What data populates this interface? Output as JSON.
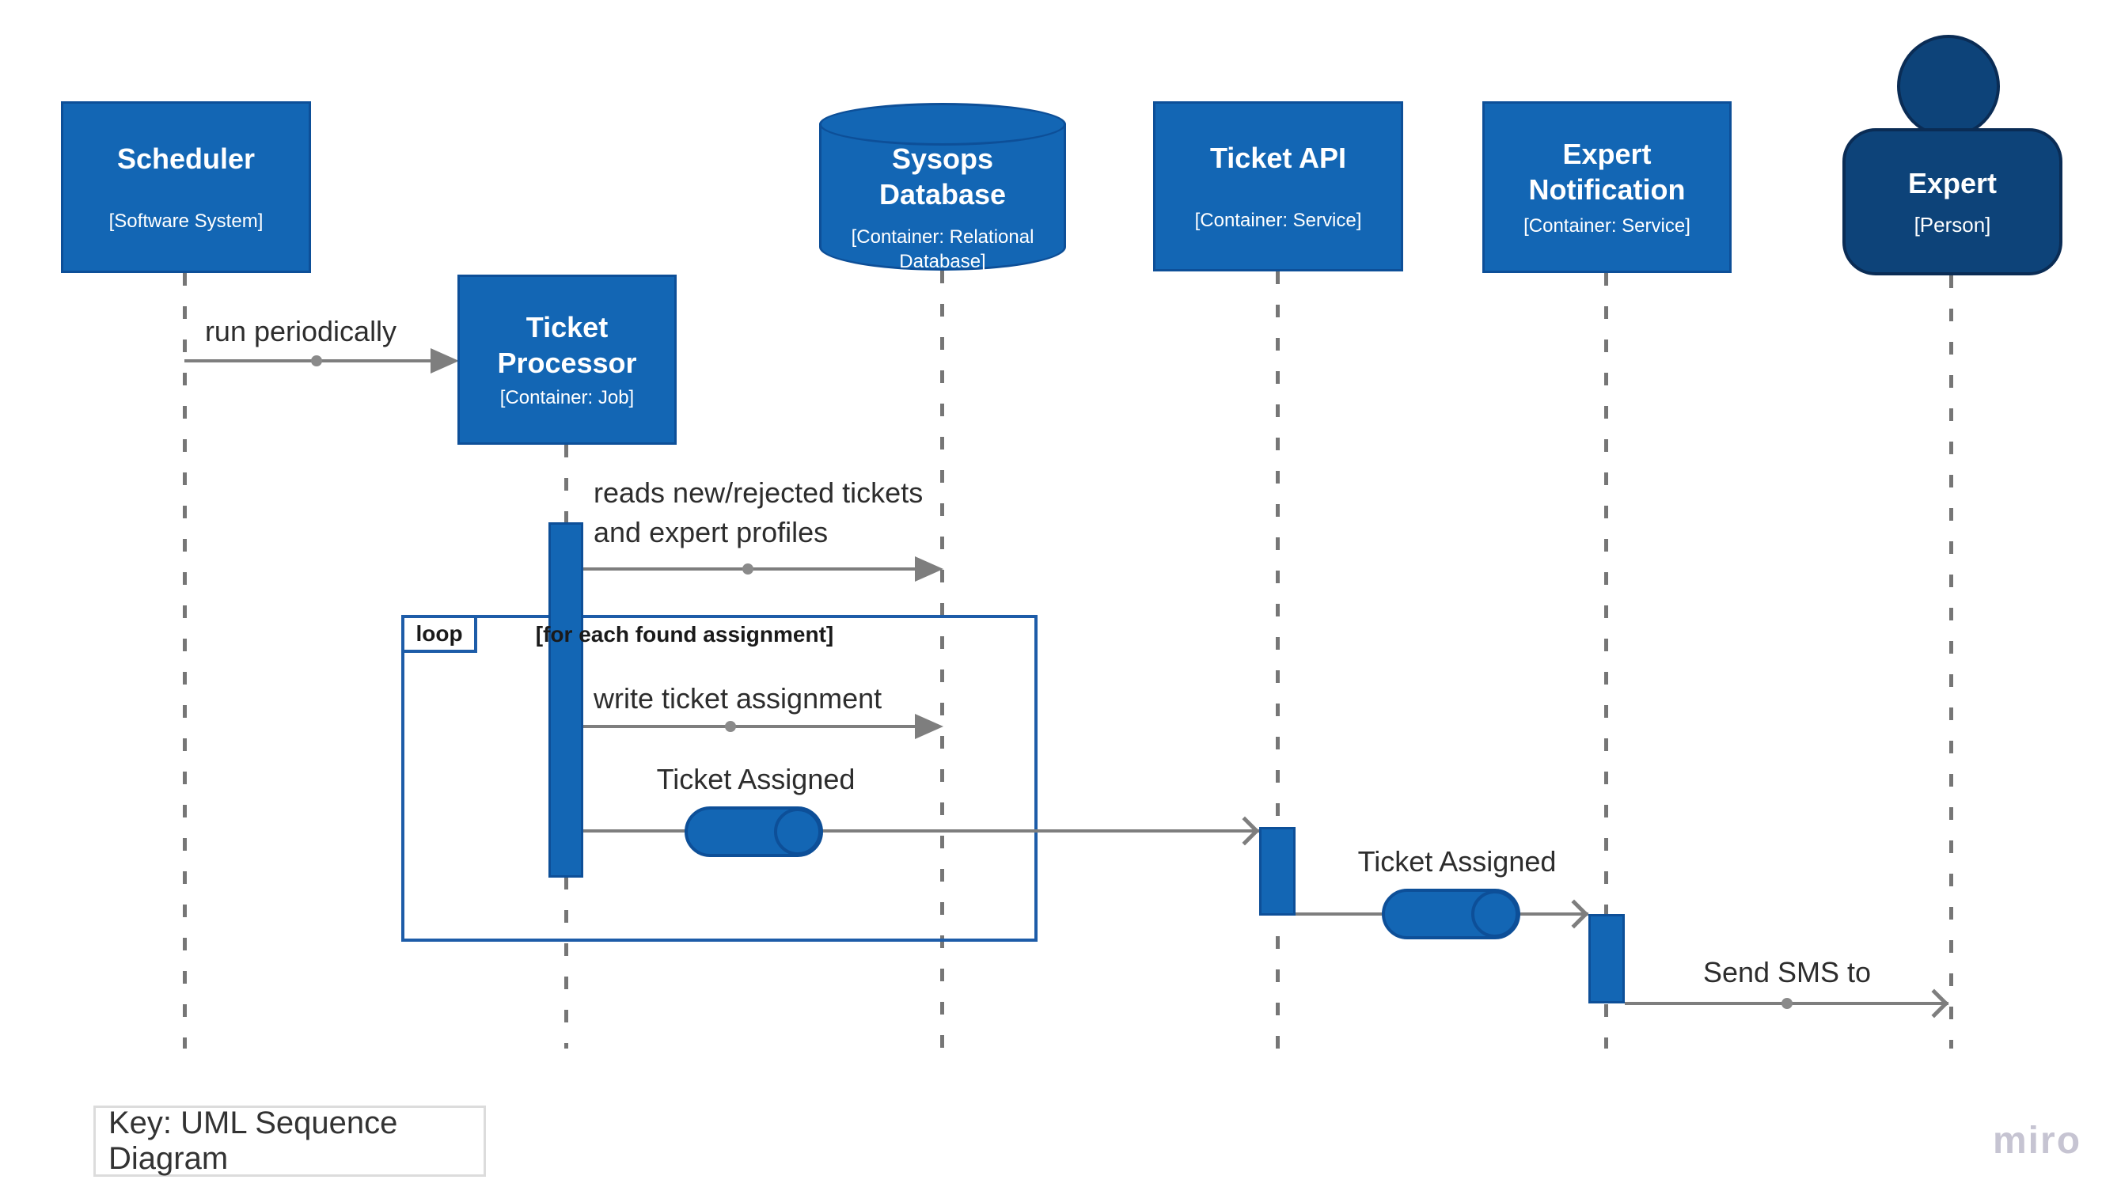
{
  "app": {
    "watermark": "miro"
  },
  "diagram": {
    "key": {
      "label": "Key: UML Sequence Diagram"
    },
    "actors": {
      "scheduler": {
        "title": "Scheduler",
        "subtitle": "[Software System]"
      },
      "ticket_processor": {
        "title": "Ticket Processor",
        "subtitle": "[Container: Job]"
      },
      "sysops_database": {
        "title": "Sysops Database",
        "subtitle": "[Container: Relational Database]"
      },
      "ticket_api": {
        "title": "Ticket API",
        "subtitle": "[Container: Service]"
      },
      "expert_notification": {
        "title": "Expert Notification",
        "subtitle": "[Container: Service]"
      },
      "expert": {
        "title": "Expert",
        "subtitle": "[Person]"
      }
    },
    "loop": {
      "label": "loop",
      "guard": "[for each found assignment]"
    },
    "messages": {
      "run_periodically": "run periodically",
      "reads_tickets": "reads new/rejected tickets\nand expert profiles",
      "write_assignment": "write ticket assignment",
      "ticket_assigned_1": "Ticket Assigned",
      "ticket_assigned_2": "Ticket Assigned",
      "send_sms": "Send SMS to"
    },
    "colors": {
      "container_fill": "#1366B4",
      "container_border": "#0D4F98",
      "person_fill": "#0D4379",
      "person_border": "#0A2C55",
      "loop_border": "#1D5CA8",
      "connector": "#7E7E7E",
      "label_text": "#2D2D2D",
      "watermark": "#C6C4D2"
    }
  }
}
